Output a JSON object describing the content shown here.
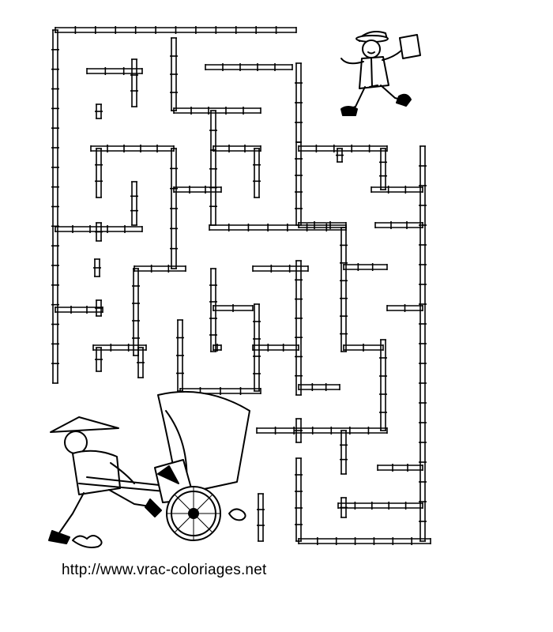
{
  "page": {
    "title": "Bamboo maze coloring page",
    "credit_url": "http://www.vrac-coloriages.net"
  },
  "maze": {
    "material": "bamboo",
    "start_character": "boy-with-letter",
    "goal_character": "rickshaw-puller-with-rickshaw"
  },
  "colors": {
    "ink": "#000000",
    "paper": "#ffffff"
  }
}
